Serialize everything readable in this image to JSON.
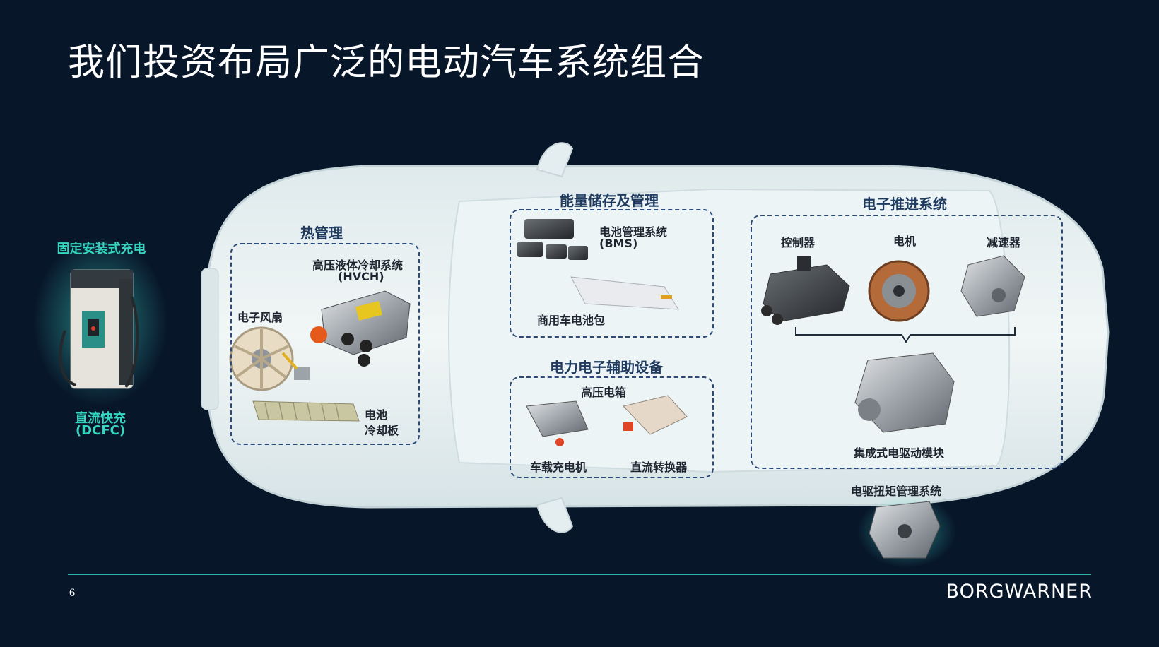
{
  "title": "我们投资布局广泛的电动汽车系统组合",
  "charging": {
    "label": "固定安装式充电",
    "dcfc_line1": "直流快充",
    "dcfc_line2": "(DCFC)"
  },
  "thermal": {
    "title": "热管理",
    "hvch_line1": "高压液体冷却系统",
    "hvch_line2": "(HVCH)",
    "fan": "电子风扇",
    "plate_line1": "电池",
    "plate_line2": "冷却板"
  },
  "energy": {
    "title": "能量储存及管理",
    "bms_line1": "电池管理系统",
    "bms_line2": "(BMS)",
    "pack": "商用车电池包"
  },
  "power": {
    "title": "电力电子辅助设备",
    "hv_box": "高压电箱",
    "obc": "车载充电机",
    "dcdc": "直流转换器"
  },
  "propulsion": {
    "title": "电子推进系统",
    "controller": "控制器",
    "motor": "电机",
    "reducer": "减速器",
    "idm": "集成式电驱动模块"
  },
  "torque": {
    "label": "电驱扭矩管理系统"
  },
  "footer": {
    "page": "6",
    "brand": "BORGWARNER"
  }
}
